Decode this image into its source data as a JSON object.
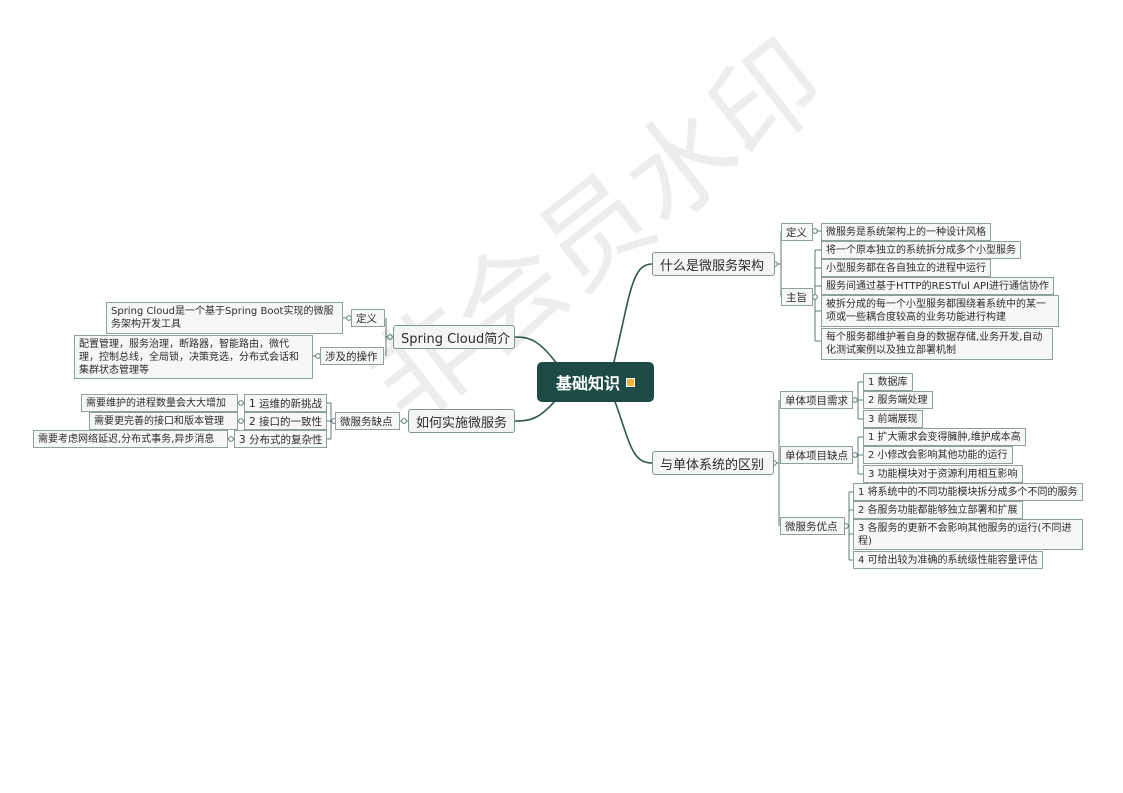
{
  "root": {
    "label": "基础知识",
    "icon": "note-icon"
  },
  "watermark": "非会员水印",
  "branches": {
    "what_is": {
      "label": "什么是微服务架构",
      "definition": {
        "label": "定义",
        "text": "微服务是系统架构上的一种设计风格"
      },
      "purpose": {
        "label": "主旨",
        "items": [
          "将一个原本独立的系统拆分成多个小型服务",
          "小型服务都在各自独立的进程中运行",
          "服务间通过基于HTTP的RESTful API进行通信协作",
          "被拆分成的每一个小型服务都围绕着系统中的某一项或一些耦合度较高的业务功能进行构建",
          "每个服务都维护着自身的数据存储,业务开发,自动化测试案例以及独立部署机制"
        ]
      }
    },
    "difference": {
      "label": "与单体系统的区别",
      "needs": {
        "label": "单体项目需求",
        "items": [
          "1 数据库",
          "2 服务端处理",
          "3 前端展现"
        ]
      },
      "flaws": {
        "label": "单体项目缺点",
        "items": [
          "1 扩大需求会变得臃肿,维护成本高",
          "2 小修改会影响其他功能的运行",
          "3 功能模块对于资源利用相互影响"
        ]
      },
      "advantages": {
        "label": "微服务优点",
        "items": [
          "1 将系统中的不同功能模块拆分成多个不同的服务",
          "2 各服务功能都能够独立部署和扩展",
          "3 各服务的更新不会影响其他服务的运行(不同进程)",
          "4 可给出较为准确的系统级性能容量评估"
        ]
      }
    },
    "spring_cloud": {
      "label": "Spring Cloud简介",
      "definition": {
        "label": "定义",
        "text": "Spring Cloud是一个基于Spring Boot实现的微服务架构开发工具"
      },
      "operations": {
        "label": "涉及的操作",
        "text": "配置管理，服务治理，断路器，智能路由，微代理，控制总线，全局锁，决策竞选，分布式会话和集群状态管理等"
      }
    },
    "implement": {
      "label": "如何实施微服务",
      "drawbacks": {
        "label": "微服务缺点",
        "items": [
          {
            "label": "1 运维的新挑战",
            "detail": "需要维护的进程数量会大大增加"
          },
          {
            "label": "2 接口的一致性",
            "detail": "需要更完善的接口和版本管理"
          },
          {
            "label": "3 分布式的复杂性",
            "detail": "需要考虑网络延迟,分布式事务,异步消息"
          }
        ]
      }
    }
  }
}
